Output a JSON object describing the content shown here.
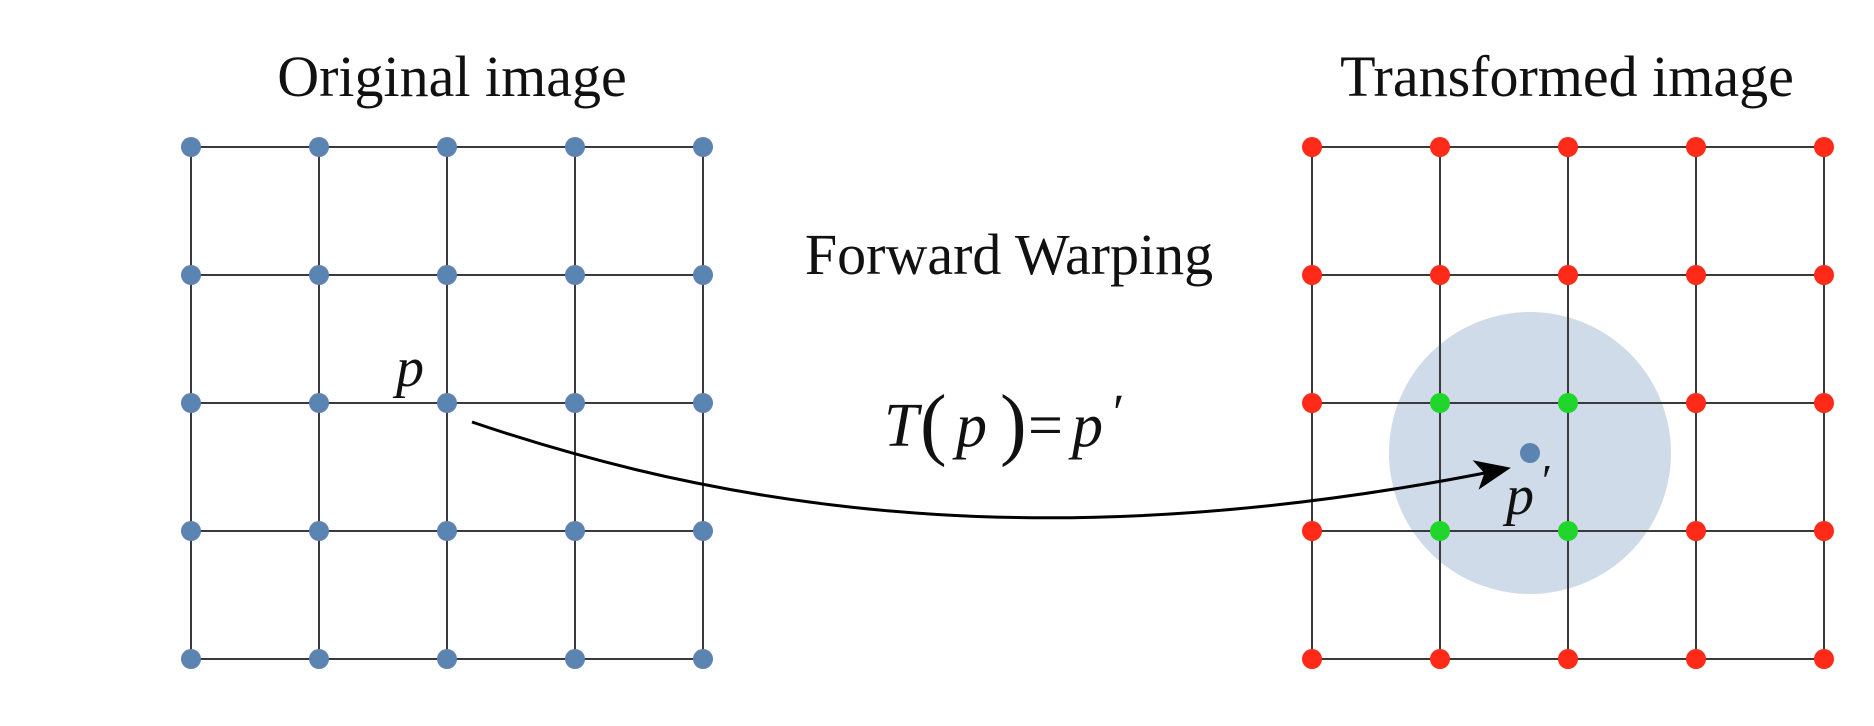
{
  "original": {
    "title": "Original image",
    "point_label": "p"
  },
  "transformed": {
    "title": "Transformed image",
    "point_label": "p"
  },
  "middle": {
    "caption": "Forward Warping",
    "equation": {
      "T": "T",
      "open": "(",
      "p": "p",
      "close": ")",
      "eq": "=",
      "p2": "p",
      "prime": "′"
    }
  },
  "colors": {
    "original_node": "#5b84b1",
    "transformed_node": "#ff2a17",
    "neighbor_node": "#21d62b",
    "mapped_point": "#5b84b1",
    "splat_region": "#cfdbe8",
    "grid_line": "#3a3a3a",
    "arrow": "#000000"
  }
}
